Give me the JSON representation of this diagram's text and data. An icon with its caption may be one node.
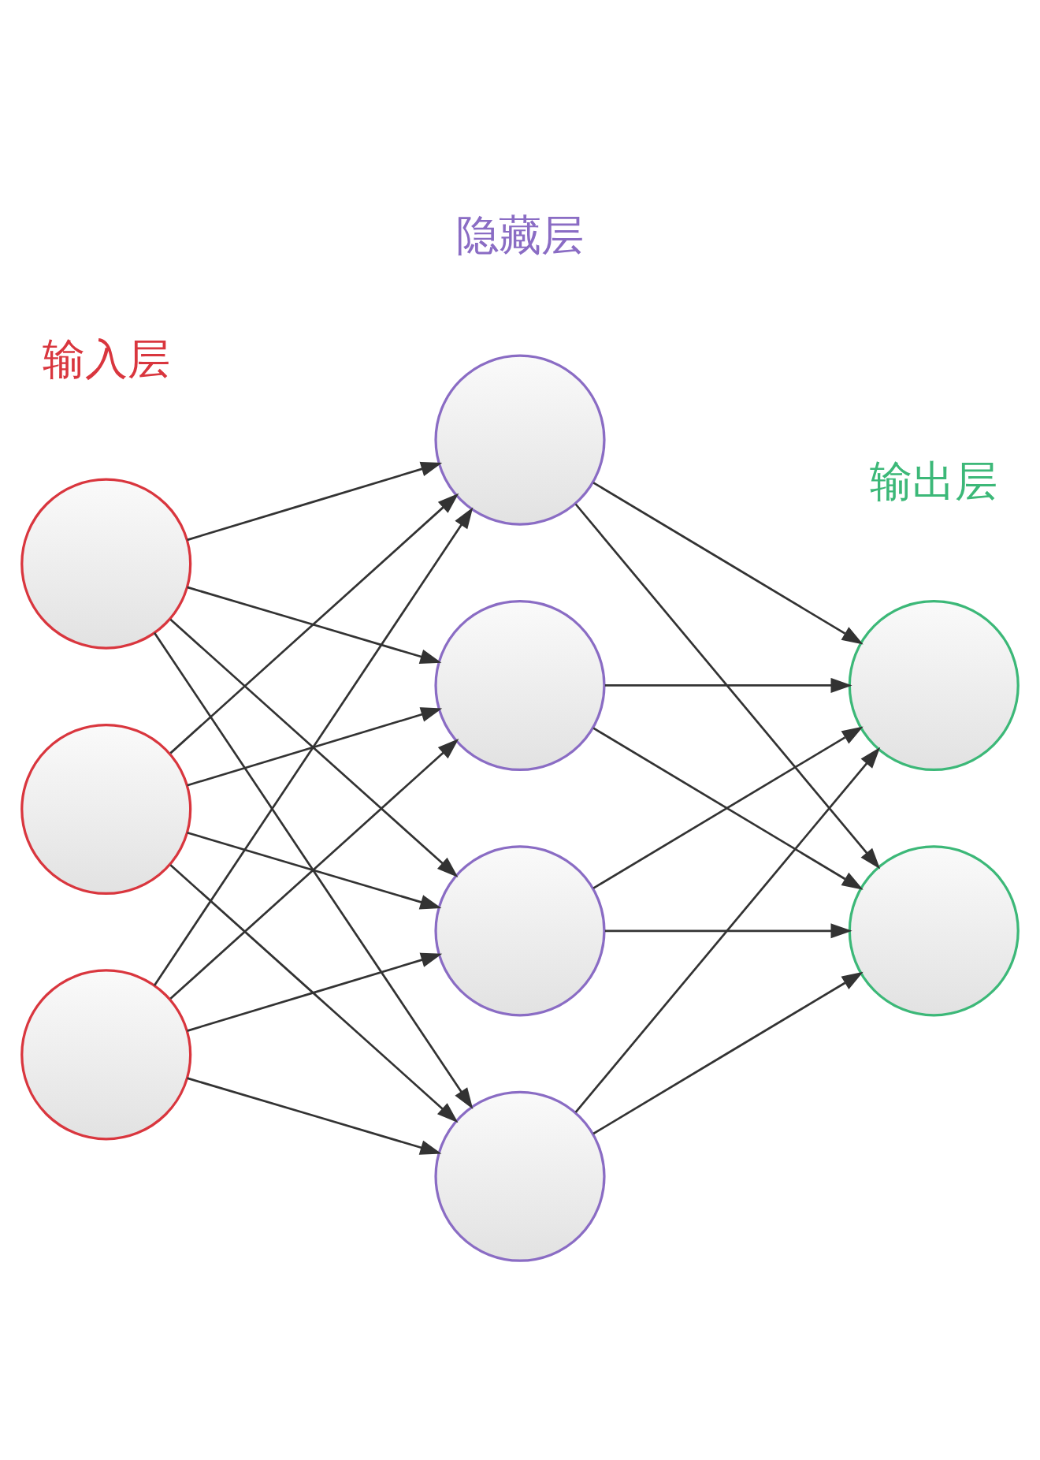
{
  "diagram": {
    "nodes": [
      {
        "text": [],
        "shape": "circle"
      },
      {
        "text": [],
        "shape": "circle"
      },
      {
        "text": [],
        "shape": "circle"
      },
      {
        "text": [],
        "shape": "circle"
      },
      {
        "text": [],
        "shape": "circle"
      },
      {
        "text": [],
        "shape": "circle"
      },
      {
        "text": [],
        "shape": "circle"
      },
      {
        "text": [],
        "shape": "circle"
      },
      {
        "text": [],
        "shape": "circle"
      }
    ],
    "edges": [
      {
        "from": 0,
        "to": 3,
        "arrow": "to"
      },
      {
        "from": 0,
        "to": 4,
        "arrow": "to"
      },
      {
        "from": 0,
        "to": 5,
        "arrow": "to"
      },
      {
        "from": 0,
        "to": 6,
        "arrow": "to"
      },
      {
        "from": 1,
        "to": 3,
        "arrow": "to"
      },
      {
        "from": 1,
        "to": 4,
        "arrow": "to"
      },
      {
        "from": 1,
        "to": 5,
        "arrow": "to"
      },
      {
        "from": 1,
        "to": 6,
        "arrow": "to"
      },
      {
        "from": 2,
        "to": 3,
        "arrow": "to"
      },
      {
        "from": 2,
        "to": 4,
        "arrow": "to"
      },
      {
        "from": 2,
        "to": 5,
        "arrow": "to"
      },
      {
        "from": 2,
        "to": 6,
        "arrow": "to"
      },
      {
        "from": 3,
        "to": 7,
        "arrow": "to"
      },
      {
        "from": 3,
        "to": 8,
        "arrow": "to"
      },
      {
        "from": 4,
        "to": 7,
        "arrow": "to"
      },
      {
        "from": 4,
        "to": 8,
        "arrow": "to"
      },
      {
        "from": 5,
        "to": 7,
        "arrow": "to"
      },
      {
        "from": 5,
        "to": 8,
        "arrow": "to"
      },
      {
        "from": 6,
        "to": 7,
        "arrow": "to"
      },
      {
        "from": 6,
        "to": 8,
        "arrow": "to"
      }
    ],
    "labels": [
      "隐藏层",
      "输入层",
      "输出层"
    ]
  }
}
